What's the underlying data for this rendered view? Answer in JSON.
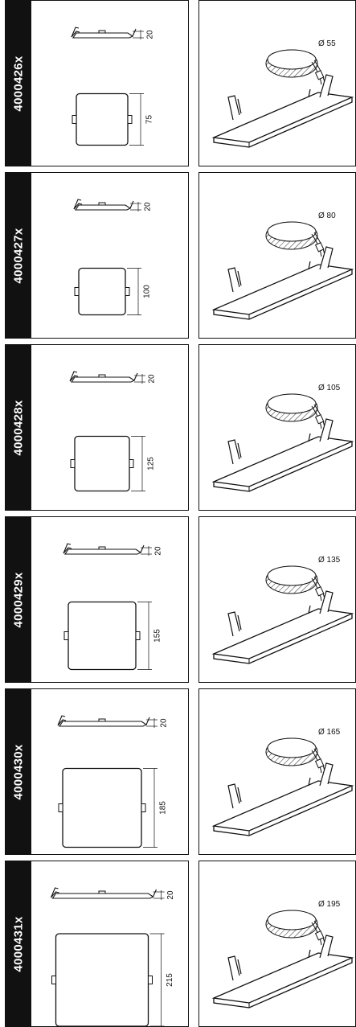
{
  "products": [
    {
      "code": "4000426x",
      "height": "20",
      "width": "75",
      "cutout": "Ø 55"
    },
    {
      "code": "4000427x",
      "height": "20",
      "width": "100",
      "cutout": "Ø 80"
    },
    {
      "code": "4000428x",
      "height": "20",
      "width": "125",
      "cutout": "Ø 105"
    },
    {
      "code": "4000429x",
      "height": "20",
      "width": "155",
      "cutout": "Ø 135"
    },
    {
      "code": "4000430x",
      "height": "20",
      "width": "185",
      "cutout": "Ø 165"
    },
    {
      "code": "4000431x",
      "height": "20",
      "width": "215",
      "cutout": "Ø 195"
    }
  ]
}
